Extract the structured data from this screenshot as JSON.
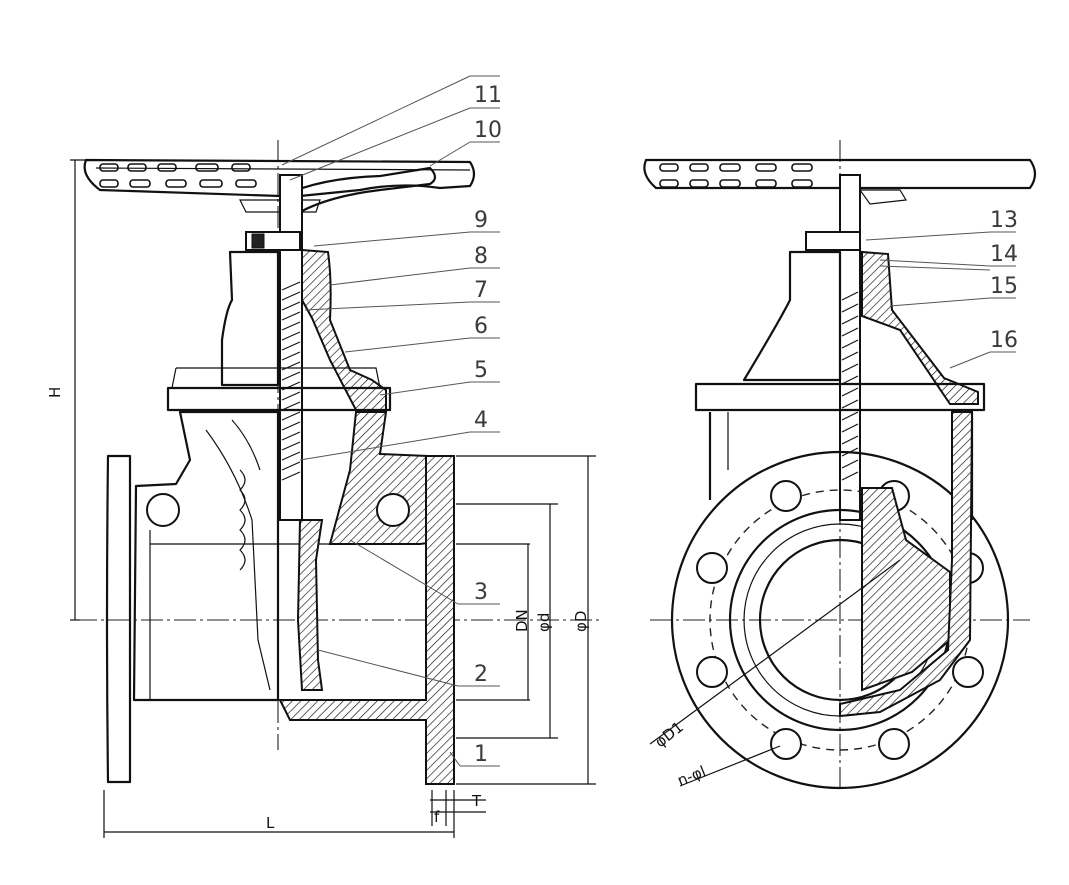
{
  "callouts_left": [
    "11",
    "10",
    "9",
    "8",
    "7",
    "6",
    "5",
    "4",
    "3",
    "2",
    "1"
  ],
  "callouts_right": [
    "13",
    "14",
    "15",
    "16"
  ],
  "dimensions": {
    "height": "H",
    "length": "L",
    "nominal": "DN",
    "inner": "φd",
    "outer": "φD",
    "bolt_circle": "φD1",
    "bolt_holes": "n-φl",
    "flange_thickness": "T",
    "raised_face": "f"
  }
}
